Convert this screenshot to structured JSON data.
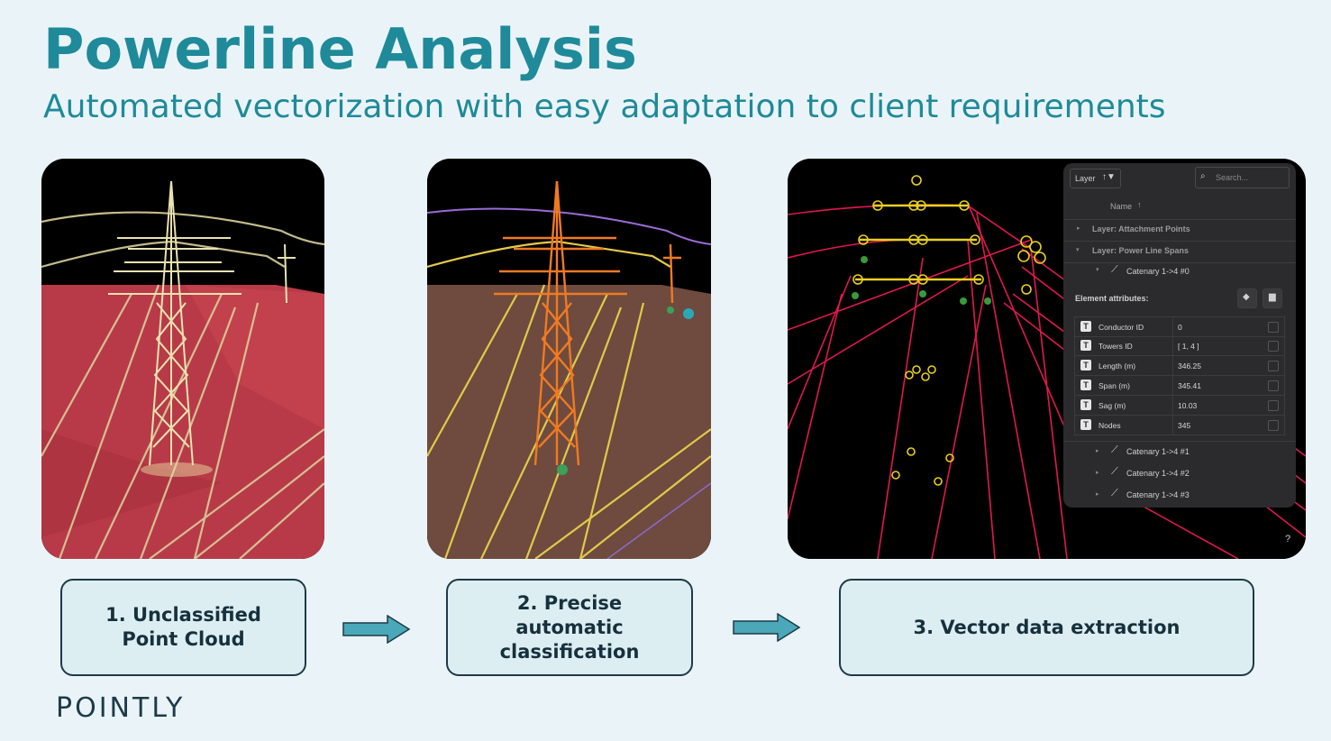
{
  "title": "Powerline Analysis",
  "subtitle": "Automated vectorization with easy adaptation to client requirements",
  "steps": [
    {
      "label": "1. Unclassified Point Cloud"
    },
    {
      "label": "2. Precise automatic classification"
    },
    {
      "label": "3. Vector data extraction"
    }
  ],
  "logo": "POINTLY",
  "layer_panel": {
    "layer_button": "Layer",
    "search_placeholder": "Search...",
    "name_header": "Name",
    "groups": [
      {
        "label": "Layer: Attachment Points"
      },
      {
        "label": "Layer: Power Line Spans"
      }
    ],
    "expanded_item": "Catenary 1->4 #0",
    "attributes_label": "Element attributes:",
    "attributes": [
      {
        "name": "Conductor ID",
        "value": "0"
      },
      {
        "name": "Towers ID",
        "value": "[ 1, 4 ]"
      },
      {
        "name": "Length (m)",
        "value": "346.25"
      },
      {
        "name": "Span (m)",
        "value": "345.41"
      },
      {
        "name": "Sag (m)",
        "value": "10.03"
      },
      {
        "name": "Nodes",
        "value": "345"
      }
    ],
    "items": [
      {
        "label": "Catenary 1->4 #1"
      },
      {
        "label": "Catenary 1->4 #2"
      },
      {
        "label": "Catenary 1->4 #3"
      }
    ]
  },
  "help": "?",
  "colors": {
    "accent": "#1f8a99",
    "dark": "#16313d",
    "step_bg": "#ddeef3",
    "arrow": "#4aa8b8"
  }
}
